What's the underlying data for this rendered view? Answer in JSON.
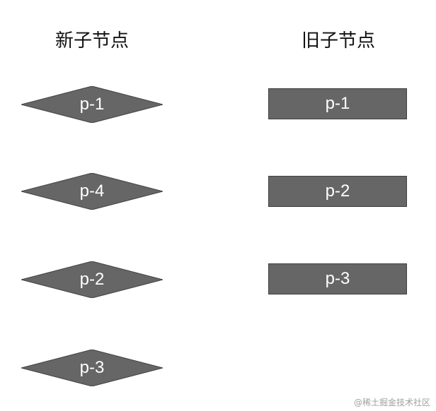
{
  "headings": {
    "new_children": "新子节点",
    "old_children": "旧子节点"
  },
  "new_nodes": [
    {
      "label": "p-1"
    },
    {
      "label": "p-4"
    },
    {
      "label": "p-2"
    },
    {
      "label": "p-3"
    }
  ],
  "old_nodes": [
    {
      "label": "p-1"
    },
    {
      "label": "p-2"
    },
    {
      "label": "p-3"
    }
  ],
  "shapes": {
    "new_node_shape": "diamond",
    "old_node_shape": "rectangle"
  },
  "colors": {
    "node_fill": "#666666",
    "node_stroke": "#404040",
    "node_text": "#ffffff"
  },
  "watermark": "@稀土掘金技术社区"
}
